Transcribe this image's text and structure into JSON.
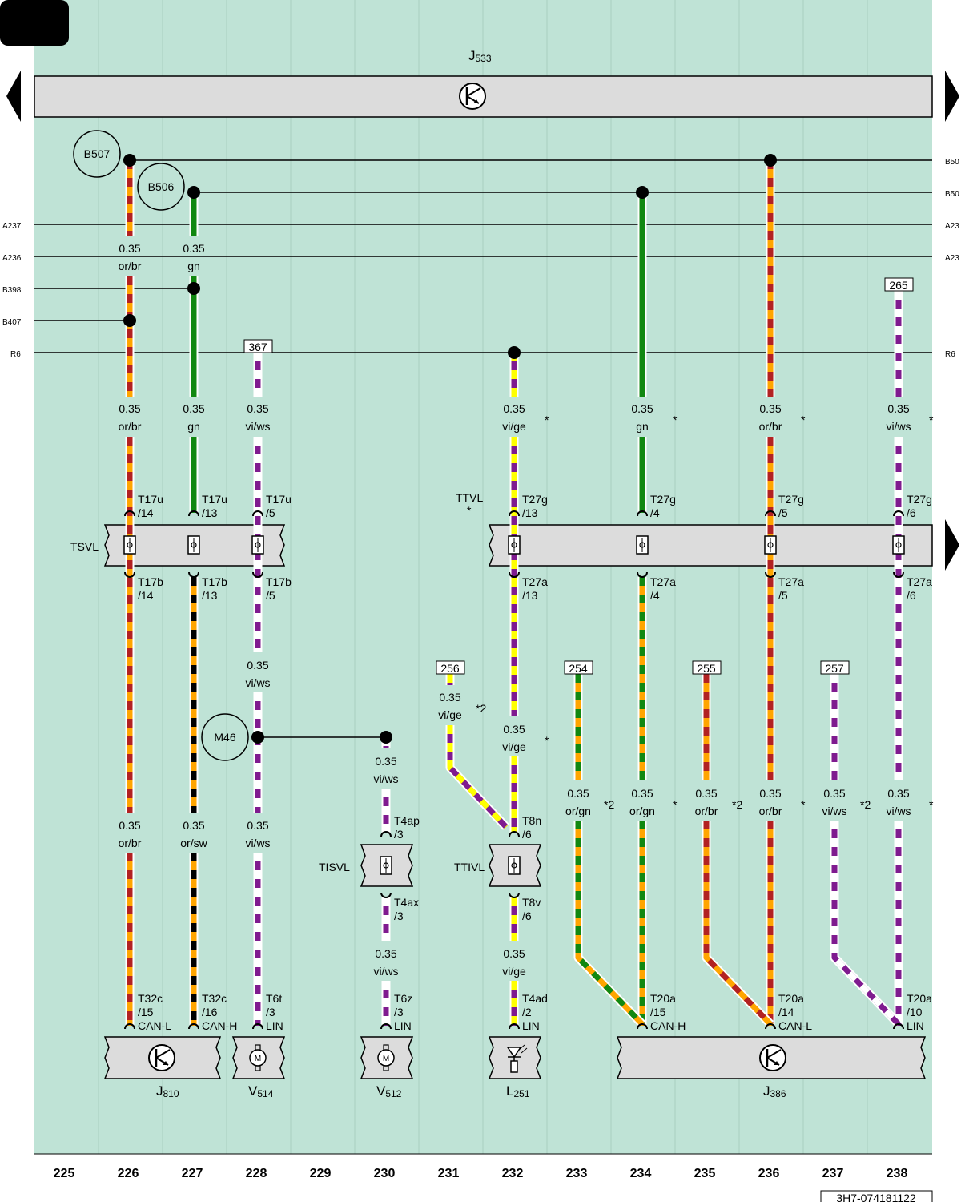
{
  "colors": {
    "background": "#bfe3d6",
    "component_fill": "#dcdcdc",
    "or": "#ffa500",
    "br": "#b22222",
    "gn": "#118811",
    "vi": "#7f1b8f",
    "ws": "#ffffff",
    "ge": "#ffff00",
    "sw": "#000000"
  },
  "page_code": "3H7-074181122",
  "top_component": {
    "name": "J",
    "sub": "533"
  },
  "column_numbers": [
    "225",
    "226",
    "227",
    "228",
    "229",
    "230",
    "231",
    "232",
    "233",
    "234",
    "235",
    "236",
    "237",
    "238"
  ],
  "left_bus_labels": [
    "A237",
    "A236",
    "B398",
    "B407",
    "R6"
  ],
  "right_bus_labels": [
    "B50",
    "B50",
    "A23",
    "A23",
    "R6"
  ],
  "ground_circles": [
    "B507",
    "B506",
    "M46"
  ],
  "ref_boxes": [
    "367",
    "265",
    "256",
    "254",
    "255",
    "257"
  ],
  "connectors": [
    {
      "name": "TSVL"
    },
    {
      "name": "TTVL",
      "note": "*"
    },
    {
      "name": "TISVL"
    },
    {
      "name": "TTIVL"
    }
  ],
  "wires": [
    {
      "section": "0.35",
      "color": "or/br"
    },
    {
      "section": "0.35",
      "color": "gn"
    },
    {
      "section": "0.35",
      "color": "or/br"
    },
    {
      "section": "0.35",
      "color": "gn"
    },
    {
      "section": "0.35",
      "color": "vi/ws"
    },
    {
      "section": "0.35",
      "color": "vi/ge",
      "note": "*"
    },
    {
      "section": "0.35",
      "color": "gn",
      "note": "*"
    },
    {
      "section": "0.35",
      "color": "or/br",
      "note": "*"
    },
    {
      "section": "0.35",
      "color": "vi/ws",
      "note": "*"
    },
    {
      "section": "0.35",
      "color": "vi/ws"
    },
    {
      "section": "0.35",
      "color": "vi/ge",
      "note": "*2"
    },
    {
      "section": "0.35",
      "color": "vi/ge",
      "note": "*"
    },
    {
      "section": "0.35",
      "color": "vi/ws"
    },
    {
      "section": "0.35",
      "color": "or/gn",
      "note": "*2"
    },
    {
      "section": "0.35",
      "color": "or/gn",
      "note": "*"
    },
    {
      "section": "0.35",
      "color": "or/br",
      "note": "*2"
    },
    {
      "section": "0.35",
      "color": "or/br",
      "note": "*"
    },
    {
      "section": "0.35",
      "color": "vi/ws",
      "note": "*2"
    },
    {
      "section": "0.35",
      "color": "vi/ws",
      "note": "*"
    },
    {
      "section": "0.35",
      "color": "or/br"
    },
    {
      "section": "0.35",
      "color": "or/sw"
    },
    {
      "section": "0.35",
      "color": "vi/ws"
    },
    {
      "section": "0.35",
      "color": "vi/ws"
    },
    {
      "section": "0.35",
      "color": "vi/ge"
    }
  ],
  "pins": [
    {
      "l1": "T17u",
      "l2": "/14"
    },
    {
      "l1": "T17u",
      "l2": "/13"
    },
    {
      "l1": "T17u",
      "l2": "/5"
    },
    {
      "l1": "T27g",
      "l2": "/13"
    },
    {
      "l1": "T27g",
      "l2": "/4"
    },
    {
      "l1": "T27g",
      "l2": "/5"
    },
    {
      "l1": "T27g",
      "l2": "/6"
    },
    {
      "l1": "T17b",
      "l2": "/14"
    },
    {
      "l1": "T17b",
      "l2": "/13"
    },
    {
      "l1": "T17b",
      "l2": "/5"
    },
    {
      "l1": "T27a",
      "l2": "/13"
    },
    {
      "l1": "T27a",
      "l2": "/4"
    },
    {
      "l1": "T27a",
      "l2": "/5"
    },
    {
      "l1": "T27a",
      "l2": "/6"
    },
    {
      "l1": "T4ap",
      "l2": "/3"
    },
    {
      "l1": "T8n",
      "l2": "/6"
    },
    {
      "l1": "T4ax",
      "l2": "/3"
    },
    {
      "l1": "T8v",
      "l2": "/6"
    },
    {
      "l1": "T32c",
      "l2": "/15",
      "l3": "CAN-L"
    },
    {
      "l1": "T32c",
      "l2": "/16",
      "l3": "CAN-H"
    },
    {
      "l1": "T6t",
      "l2": "/3",
      "l3": "LIN"
    },
    {
      "l1": "T6z",
      "l2": "/3",
      "l3": "LIN"
    },
    {
      "l1": "T4ad",
      "l2": "/2",
      "l3": "LIN"
    },
    {
      "l1": "T20a",
      "l2": "/15",
      "l3": "CAN-H"
    },
    {
      "l1": "T20a",
      "l2": "/14",
      "l3": "CAN-L"
    },
    {
      "l1": "T20a",
      "l2": "/10",
      "l3": "LIN"
    }
  ],
  "components": [
    {
      "name": "J",
      "sub": "810",
      "icon": "control-unit-icon"
    },
    {
      "name": "V",
      "sub": "514",
      "icon": "motor-icon"
    },
    {
      "name": "V",
      "sub": "512",
      "icon": "motor-icon"
    },
    {
      "name": "L",
      "sub": "251",
      "icon": "lamp-icon"
    },
    {
      "name": "J",
      "sub": "386",
      "icon": "control-unit-icon"
    }
  ]
}
